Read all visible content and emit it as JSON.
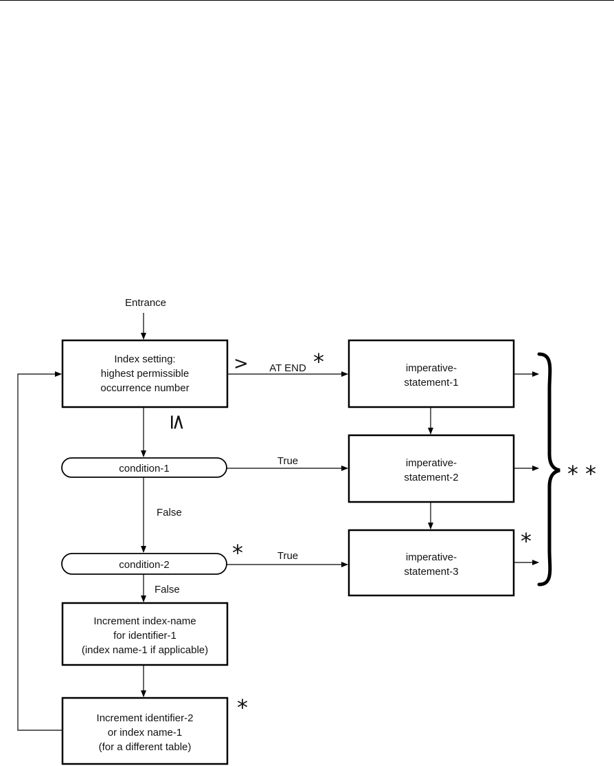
{
  "diagram": {
    "entrance": "Entrance",
    "index_setting": [
      "Index setting:",
      "highest permissible",
      "occurrence number"
    ],
    "greater_symbol": ">",
    "less_equal_symbol": "≤",
    "at_end_label": "AT END",
    "asterisk": "*",
    "double_asterisk": "* *",
    "condition1": "condition-1",
    "condition2": "condition-2",
    "true_label": "True",
    "false_label": "False",
    "stmt1": [
      "imperative-",
      "statement-1"
    ],
    "stmt2": [
      "imperative-",
      "statement-2"
    ],
    "stmt3": [
      "imperative-",
      "statement-3"
    ],
    "increment_index": [
      "Increment index-name",
      "for identifier-1",
      "(index name-1 if applicable)"
    ],
    "increment_identifier": [
      "Increment identifier-2",
      "or index name-1",
      "(for a different table)"
    ]
  }
}
